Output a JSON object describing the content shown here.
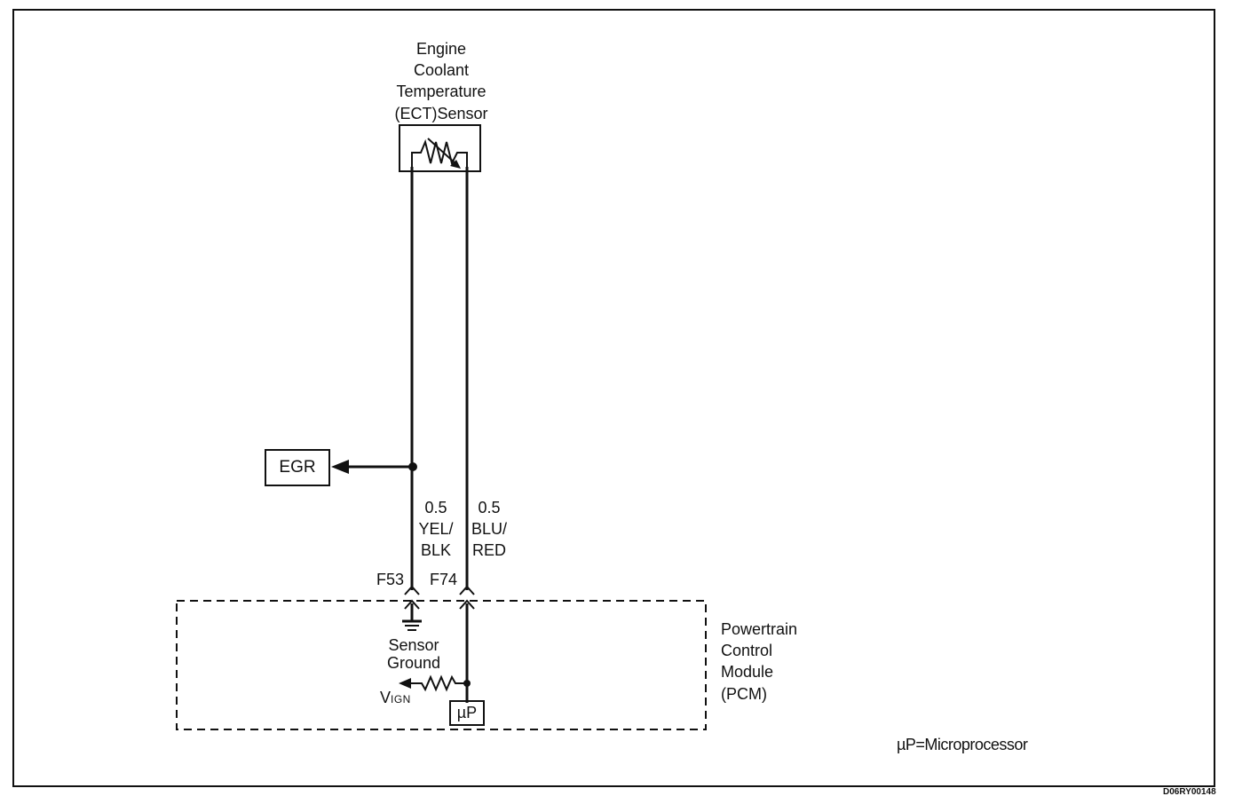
{
  "sensor": {
    "lines": [
      "Engine",
      "Coolant",
      "Temperature",
      "(ECT)Sensor"
    ]
  },
  "egr": {
    "label": "EGR"
  },
  "wire_left": {
    "gauge": "0.5",
    "color_line1": "YEL/",
    "color_line2": "BLK",
    "terminal": "F53"
  },
  "wire_right": {
    "gauge": "0.5",
    "color_line1": "BLU/",
    "color_line2": "RED",
    "terminal": "F74"
  },
  "pcm": {
    "lines": [
      "Powertrain",
      "Control",
      "Module",
      "(PCM)"
    ],
    "sensor_ground_line1": "Sensor",
    "sensor_ground_line2": "Ground",
    "vign_main": "V",
    "vign_sub": "IGN",
    "micro_label": "µP"
  },
  "legend": {
    "text": "µP=Microprocessor"
  },
  "diagram_id": "D06RY00148"
}
